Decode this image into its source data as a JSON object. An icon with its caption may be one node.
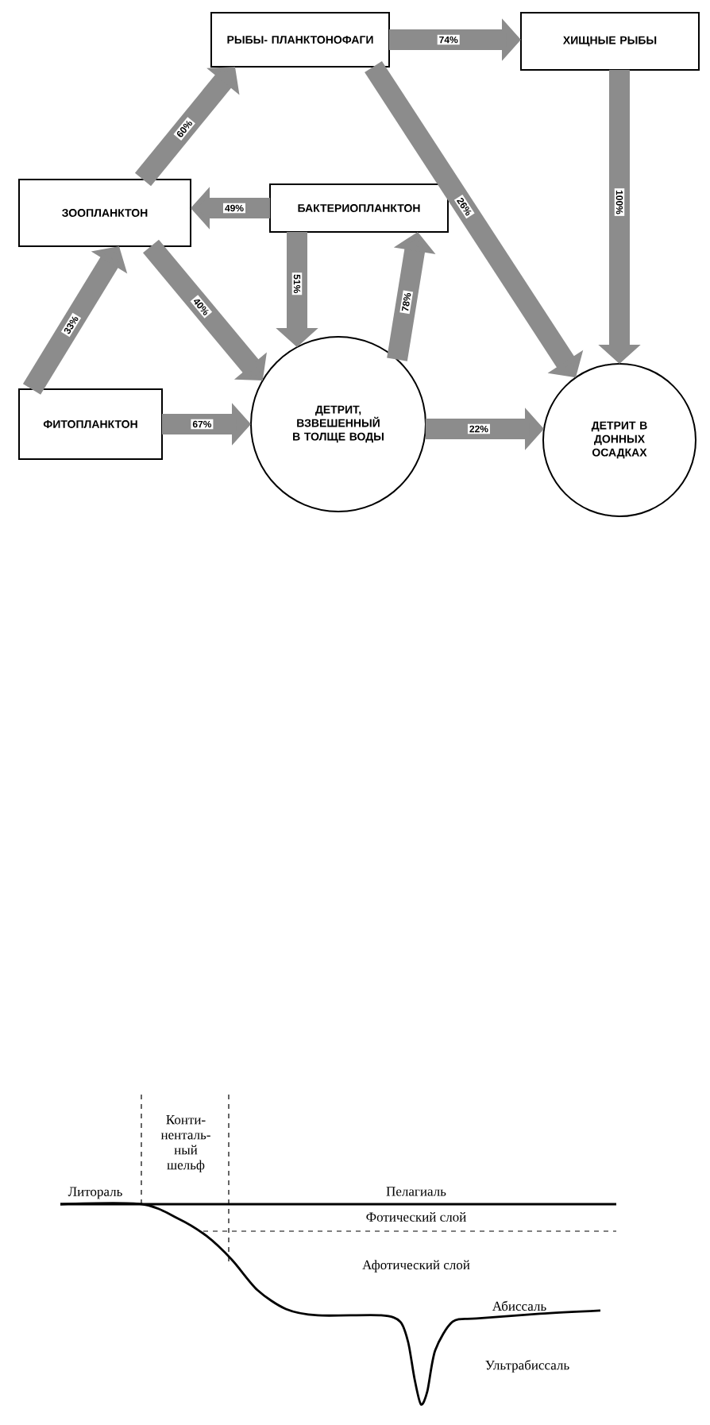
{
  "diagram": {
    "nodes": [
      {
        "text": [
          "РЫБЫ- ПЛАНКТОНОФАГИ"
        ]
      },
      {
        "text": [
          "ХИЩНЫЕ РЫБЫ"
        ]
      },
      {
        "text": [
          "ЗООПЛАНКТОН"
        ]
      },
      {
        "text": [
          "БАКТЕРИОПЛАНКТОН"
        ]
      },
      {
        "text": [
          "ФИТОПЛАНКТОН"
        ]
      },
      {
        "text": [
          "ДЕТРИТ, ВЗВЕШЕННЫЙ В ТОЛЩЕ ВОДЫ"
        ]
      },
      {
        "text": [
          "ДЕТРИТ В ДОННЫХ ОСАДКАХ"
        ]
      }
    ],
    "edges": [
      {
        "from": 2,
        "to": 0,
        "arrow": "to",
        "label": "60%"
      },
      {
        "from": 0,
        "to": 1,
        "arrow": "to",
        "label": "74%"
      },
      {
        "from": 0,
        "to": 6,
        "arrow": "to",
        "label": "26%"
      },
      {
        "from": 1,
        "to": 6,
        "arrow": "to",
        "label": "100%"
      },
      {
        "from": 3,
        "to": 2,
        "arrow": "to",
        "label": "49%"
      },
      {
        "from": 3,
        "to": 5,
        "arrow": "to",
        "label": "51%"
      },
      {
        "from": 2,
        "to": 5,
        "arrow": "to",
        "label": "40%"
      },
      {
        "from": 4,
        "to": 2,
        "arrow": "to",
        "label": "33%"
      },
      {
        "from": 4,
        "to": 5,
        "arrow": "to",
        "label": "67%"
      },
      {
        "from": 5,
        "to": 3,
        "arrow": "to",
        "label": "78%"
      },
      {
        "from": 5,
        "to": 6,
        "arrow": "to",
        "label": "22%"
      }
    ],
    "labels": [
      "Литораль",
      "Конти- ненталь- ный шельф",
      "Пелагиаль",
      "Фотический слой",
      "Афотический слой",
      "Абиссаль",
      "Ультрабиссаль"
    ]
  }
}
